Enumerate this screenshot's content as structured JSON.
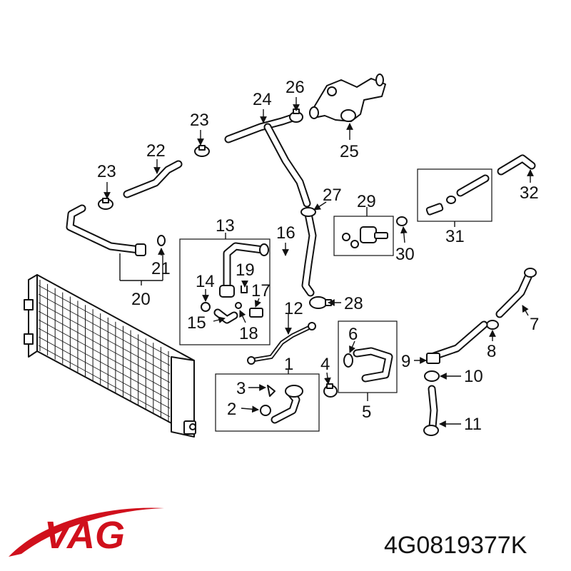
{
  "brand": {
    "logo_text": "VAG",
    "logo_color": "#d0101c"
  },
  "part_number": "4G0819377K",
  "callouts": [
    "1",
    "2",
    "3",
    "4",
    "5",
    "6",
    "7",
    "8",
    "9",
    "10",
    "11",
    "12",
    "13",
    "14",
    "15",
    "16",
    "17",
    "18",
    "19",
    "20",
    "21",
    "22",
    "23",
    "23",
    "24",
    "25",
    "26",
    "27",
    "28",
    "29",
    "30",
    "31",
    "32"
  ]
}
